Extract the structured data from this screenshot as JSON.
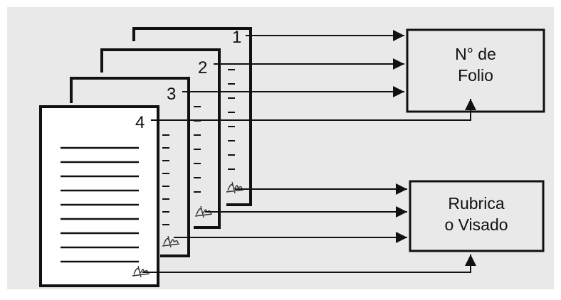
{
  "diagram": {
    "background_color": "#e9e9e9",
    "line_color": "#111111",
    "page_numbers": [
      "1",
      "2",
      "3",
      "4"
    ],
    "folio_box": {
      "line1": "N° de",
      "line2": "Folio"
    },
    "rubrica_box": {
      "line1": "Rubrica",
      "line2": "o Visado"
    },
    "signature_icon": "signature-scribble-icon"
  }
}
